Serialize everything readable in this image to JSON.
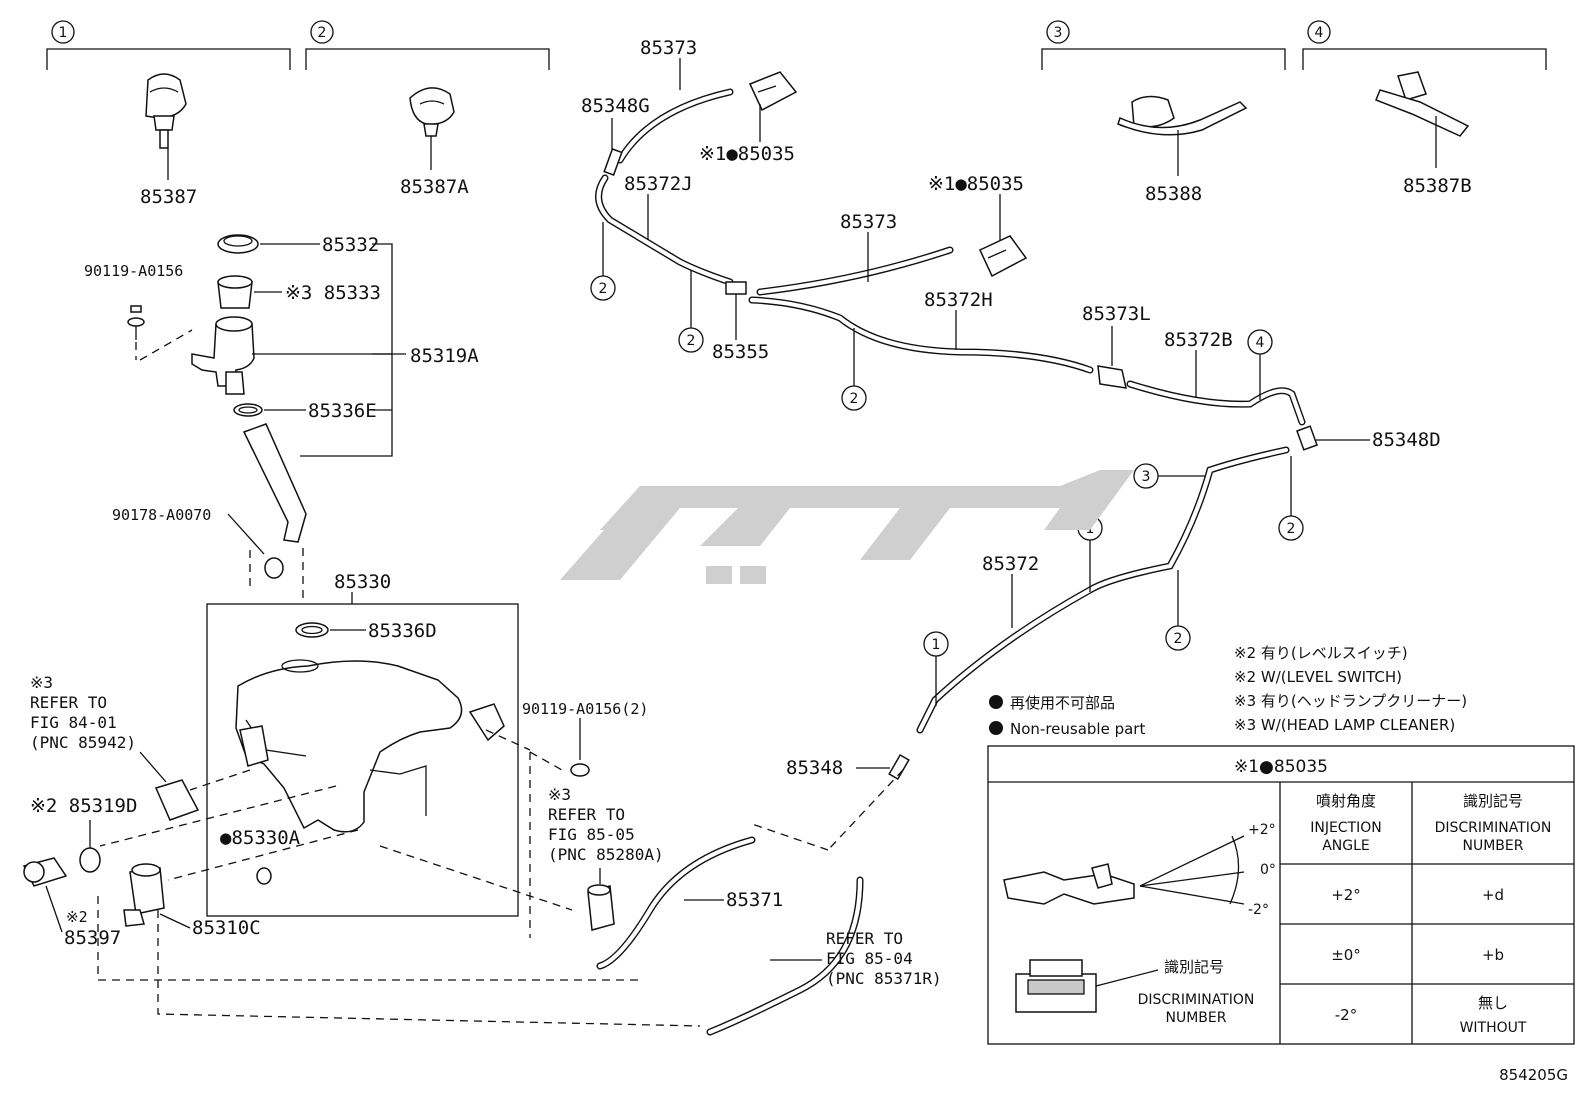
{
  "sections": [
    {
      "num": "1",
      "part": "85387"
    },
    {
      "num": "2",
      "part": "85387A"
    },
    {
      "num": "3",
      "part": "85388"
    },
    {
      "num": "4",
      "part": "85387B"
    }
  ],
  "labels": {
    "p85373_top": "85373",
    "p85348G": "85348G",
    "p85035_a": "※1●85035",
    "p85372J": "85372J",
    "p85035_b": "※1●85035",
    "p85373_mid": "85373",
    "p85372H": "85372H",
    "p85355": "85355",
    "p85373L": "85373L",
    "p85372B": "85372B",
    "p85348D": "85348D",
    "p85372": "85372",
    "p85348": "85348",
    "p85371": "85371",
    "p85332": "85332",
    "p85333": "※3 85333",
    "p85319A": "85319A",
    "p85336E": "85336E",
    "p90119": "90119-A0156",
    "p90178": "90178-A0070",
    "p85330": "85330",
    "p85336D": "85336D",
    "p85330A": "●85330A",
    "p85319D": "※2 85319D",
    "p85397_note": "※2",
    "p85397": "85397",
    "p85310C": "85310C",
    "p90119_2": "90119-A0156(2)"
  },
  "refs": {
    "r1_note": "※3",
    "r1_a": "REFER TO",
    "r1_b": "FIG 84-01",
    "r1_c": "(PNC 85942)",
    "r2_note": "※3",
    "r2_a": "REFER TO",
    "r2_b": "FIG 85-05",
    "r2_c": "(PNC 85280A)",
    "r3_a": "REFER TO",
    "r3_b": "FIG 85-04",
    "r3_c": "(PNC 85371R)"
  },
  "legend": {
    "nonreuse_jp": "再使用不可部品",
    "nonreuse_en": "Non-reusable part",
    "n2_jp": "※2 有り(レベルスイッチ)",
    "n2_en": "※2 W/(LEVEL SWITCH)",
    "n3_jp": "※3 有り(ヘッドランプクリーナー)",
    "n3_en": "※3 W/(HEAD LAMP CLEANER)"
  },
  "table": {
    "title": "※1●85035",
    "col1_jp": "噴射角度",
    "col1_en_a": "INJECTION",
    "col1_en_b": "ANGLE",
    "col2_jp": "識別記号",
    "col2_en_a": "DISCRIMINATION",
    "col2_en_b": "NUMBER",
    "rows": [
      {
        "angle": "+2°",
        "mark": "+d"
      },
      {
        "angle": "±0°",
        "mark": "+b"
      },
      {
        "angle": "-2°",
        "mark_jp": "無し",
        "mark_en": "WITHOUT"
      }
    ],
    "fig_plus2": "+2°",
    "fig_zero": "0°",
    "fig_minus2": "-2°",
    "disc_jp": "識別記号",
    "disc_en_a": "DISCRIMINATION",
    "disc_en_b": "NUMBER"
  },
  "circle_marks": [
    "1",
    "2",
    "3",
    "4"
  ],
  "figure_code": "854205G"
}
